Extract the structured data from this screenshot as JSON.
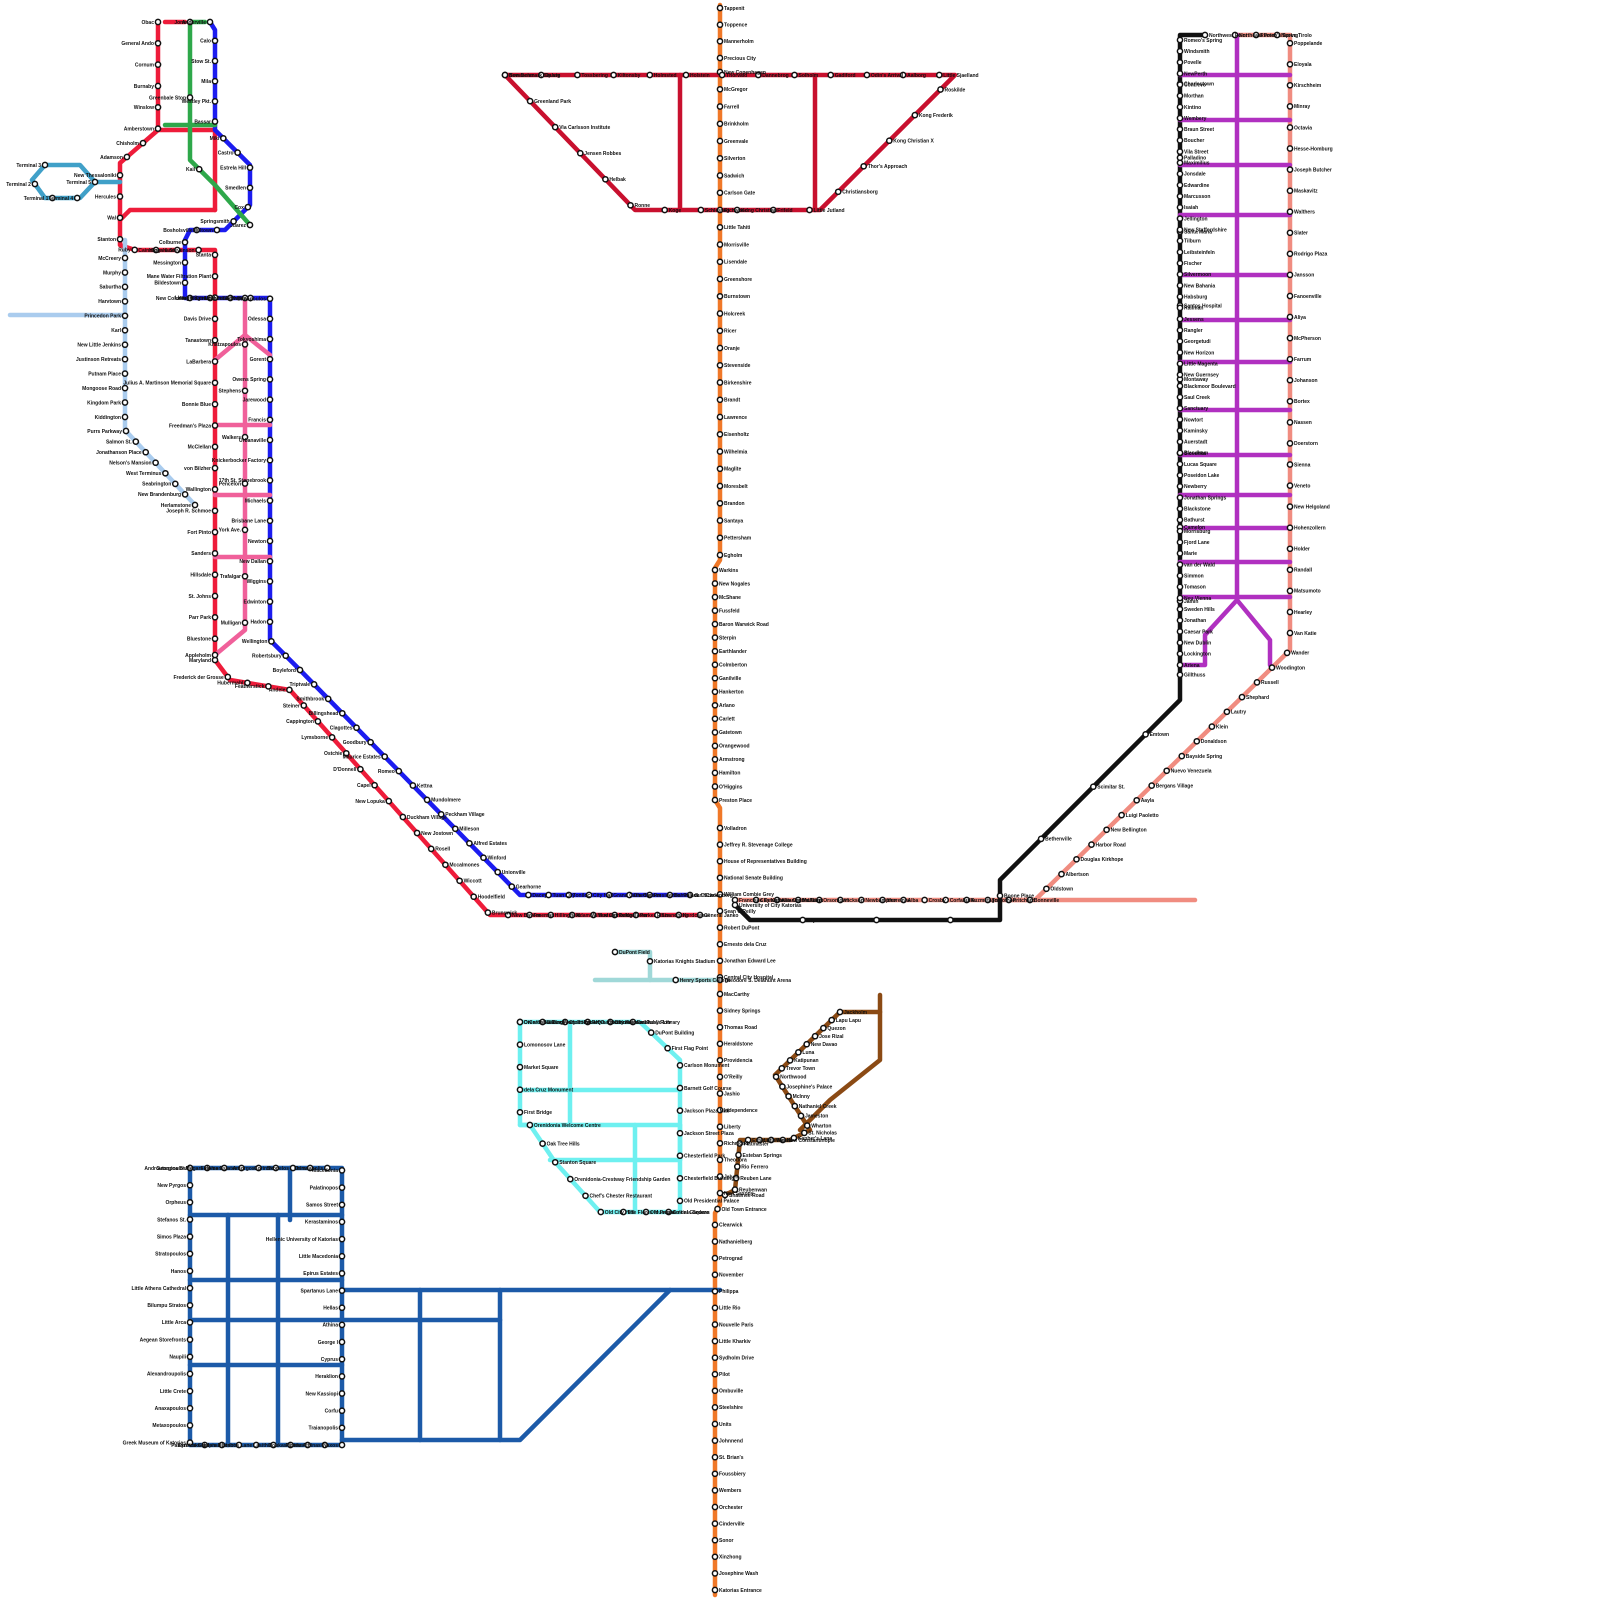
{
  "lines": [
    {
      "id": "orange",
      "color": "#f07828"
    },
    {
      "id": "crimson",
      "color": "#c8102e"
    },
    {
      "id": "red",
      "color": "#ee1c3a"
    },
    {
      "id": "blue",
      "color": "#1c1cf0"
    },
    {
      "id": "green",
      "color": "#2ea84a"
    },
    {
      "id": "pink",
      "color": "#f0609a"
    },
    {
      "id": "lightblue",
      "color": "#aaccee"
    },
    {
      "id": "teal",
      "color": "#40a0c8"
    },
    {
      "id": "salmon",
      "color": "#f08c80"
    },
    {
      "id": "black",
      "color": "#111111"
    },
    {
      "id": "purple",
      "color": "#b030c0"
    },
    {
      "id": "cyan",
      "color": "#6ef0f0"
    },
    {
      "id": "paleteal",
      "color": "#a0d8d8"
    },
    {
      "id": "brown",
      "color": "#8b4a14"
    },
    {
      "id": "navy",
      "color": "#1c5aa8"
    }
  ],
  "stations": {
    "orange_north": [
      "Tappenit",
      "Toppence",
      "Mannerholm",
      "Precious City"
    ],
    "orange_upper": [
      "New Copenhagen",
      "McGregor",
      "Farrell",
      "Brinkholm",
      "Greenvale",
      "Silverton",
      "Sadwich",
      "Carlson Gate",
      "Richwood",
      "Little Tahiti",
      "Morrisville",
      "Lisendale",
      "Greenshore",
      "Burnstown",
      "Holcreek",
      "Ricer",
      "Oranje",
      "Stevenside",
      "Birkenshire",
      "Brandt",
      "Lawrence",
      "Eisenholtz",
      "Wilhelmia",
      "Maglite",
      "Moresbelt",
      "Brandon",
      "Santaya",
      "Pettersham",
      "Egholm"
    ],
    "orange_mid": [
      "Warkins",
      "New Nogales",
      "McShane",
      "Fussfeld",
      "Baron Warwick Road",
      "Sterpin",
      "Earthlander",
      "Colmberton",
      "Ganilville",
      "Hankerton",
      "Arlano",
      "Carlett",
      "Gatetown",
      "Orangewood",
      "Armstrong",
      "Hamilton",
      "O'Higgins",
      "Preston Place"
    ],
    "orange_south": [
      "Volladron",
      "Jeffrey R. Stevenage College",
      "House of Representatives Building",
      "National Senate Building",
      "William Combie Grey",
      "Sean O'Reilly",
      "Robert DuPont",
      "Ernesto dela Cruz",
      "Jonathan Edward Lee",
      "Central City Hospital",
      "MacCarthy",
      "Sidney Springs",
      "Thomas Road",
      "Heraldstone",
      "Providencia",
      "O'Reilly",
      "Jashio",
      "Independence",
      "Liberty",
      "Richmond",
      "Theodora",
      "Jaheil",
      "New Saxony",
      "Old Town Entrance",
      "Clearwick",
      "Nathanielberg",
      "Petrograd",
      "November",
      "Philippa",
      "Little Rio",
      "Nouvelle Paris",
      "Little Kharkiv",
      "Sydholm Drive",
      "Pilot",
      "Ombuville",
      "Steelshire",
      "Units",
      "Johnnend",
      "St. Brian's",
      "Foussbiery",
      "Wembers",
      "Orchester",
      "Cinderville",
      "Sonor",
      "Xinzhong",
      "Josephine Wash",
      "Katorias Entrance"
    ],
    "crimson": [
      "Bommelan",
      "Dalvig",
      "Tossbering",
      "Kiltonsby",
      "Holmsted",
      "Holstein",
      "Thorvald",
      "Dannebrog",
      "Solholm",
      "Gadiford",
      "Odin's Arrival",
      "Aalborg",
      "Little Sjaelland",
      "Roskilde",
      "Kong Frederik",
      "Kong Christian X",
      "Thor's Approach",
      "Christiansborg",
      "Little Jutland",
      "Frifeld",
      "Kong Christian",
      "Schleswig",
      "Koge",
      "Ronne",
      "Helbak",
      "Jensen Robbes",
      "Via Carlsson Institute",
      "Greenland Park",
      "New Denmark Square"
    ],
    "red": [
      "Obac",
      "General Ando",
      "Cornum",
      "Burnaby",
      "Winslow",
      "Amberstown",
      "Chisholm",
      "Adamson",
      "New Thessaloniki",
      "Hercules",
      "Wal",
      "Stanton",
      "Ruby",
      "Caine",
      "Grenham",
      "Higgs & Stevenson",
      "Stanta",
      "Mane Water Filtration Plant",
      "Lincoln Square",
      "Davis Drive",
      "Tanastown",
      "LaBarbera",
      "Julius A. Martinson Memorial Square",
      "Bonnie Blue",
      "Freedman's Plaza",
      "McClellan",
      "von Bilzher",
      "Wallington",
      "Joseph R. Schmoe",
      "Fort Pinto",
      "Sanders",
      "Hillsdale",
      "St. Johns",
      "Parr Park",
      "Bluestone",
      "Maryland",
      "Frederick der Grosse",
      "Hubermahl",
      "Featherstick",
      "Andele",
      "Steiner",
      "Cappington",
      "Lymsborne",
      "Ostchie",
      "D'Donnell",
      "Capel",
      "New Lopuka",
      "Duckham Village",
      "New Jostown",
      "Rosell",
      "Mccalmones",
      "Wiccott",
      "Hoodelfield",
      "Brunswick",
      "New Bayern",
      "Freeman",
      "Hillingfield",
      "Adam W. Hudson",
      "New Cambridge",
      "Rufus Town",
      "Parker Plaza",
      "Strandberg",
      "Nordcassel",
      "General Janko"
    ],
    "blue": [
      "Anderville",
      "Calo",
      "Stow St.",
      "Mila",
      "Westley Pkt.",
      "Bassar",
      "Miki",
      "Castro",
      "Estrela Hill",
      "Smedlen",
      "Cox",
      "Springsmith",
      "Milltown",
      "Bosholsville",
      "Colburne",
      "Messington",
      "Bildestown",
      "New Colonia",
      "King Hugh I",
      "McMurtin",
      "Commander Edwards",
      "Dimapoulos",
      "Odessa",
      "Tokyoshima",
      "Gorent",
      "Owens Spring",
      "Jarewood",
      "Francis",
      "Urbanaville",
      "Knickerbocker Factory",
      "17th St. Stonebrook",
      "Michaels",
      "Brisbane Lane",
      "Newton",
      "New Dallan",
      "Wiggins",
      "Edwinton",
      "Hadon",
      "Wellington",
      "Robertsbury",
      "Boyleford",
      "Triptvale",
      "Smithbrook",
      "Billingshead",
      "Clagottes",
      "Goodbury",
      "Maurice Estates",
      "Romeo",
      "Kettna",
      "Mundolmere",
      "Peckham Village",
      "Milleson",
      "Alfred Estates",
      "Winford",
      "Unionville",
      "Gearhorne",
      "Dacey",
      "Tuan City",
      "Toniloc",
      "City Hall",
      "Grand Cathedral",
      "Ola Carlsen",
      "Presidential Palace",
      "Dominic S. DiCarlo",
      "van Schoenberg"
    ],
    "green": [
      "Jons",
      "Greenbale Stop",
      "Kail",
      "Juarez"
    ],
    "pink": [
      "Goldhill",
      "Khatzapoulos",
      "Stephens",
      "Walkers",
      "Pencelon",
      "York Ave.",
      "Trafalgar",
      "Mulligan",
      "Appleholm"
    ],
    "lightblue": [
      "McCreery",
      "Murphy",
      "Saburtha",
      "Harvtown",
      "Princedon Park",
      "Karl",
      "New Little Jenkins",
      "Justinson Retreats",
      "Putnam Place",
      "Mongoose Road",
      "Kingdom Park",
      "Kiddington",
      "Purrs Parkway",
      "Salmon St.",
      "Jonathanson Place",
      "Nelson's Mansion",
      "West Terminus",
      "Seabrington",
      "New Brandenburg",
      "Herlamstone"
    ],
    "teal": [
      "Terminal 3",
      "Terminal 2",
      "Terminal 1",
      "Terminal 4",
      "Terminal 5"
    ],
    "salmon": [
      "Northeast Point",
      "Romeo's Spring",
      "Nuovo Tirolo",
      "Poppelande",
      "Eloyala",
      "Kirschheim",
      "Minray",
      "Octavia",
      "Hesse-Homburg",
      "Joseph Butcher",
      "Maskavitz",
      "Walthers",
      "Slater",
      "Rodrigo Plaza",
      "Jansson",
      "Fanoenville",
      "Aliya",
      "McPherson",
      "Farrum",
      "Johanson",
      "Bortex",
      "Nassen",
      "Doerstorn",
      "Sienna",
      "Veneto",
      "New Helgoland",
      "Hohenzollern",
      "Holder",
      "Randall",
      "Matsumoto",
      "Hearley",
      "Van Katie",
      "Wander",
      "Woodington",
      "Russell",
      "Shephard",
      "Lautry",
      "Klein",
      "Donaldson",
      "Bayside Spring",
      "Nuevo Venezuela",
      "Bergans Village",
      "Aayla",
      "Luigi Paoletto",
      "New Bellington",
      "Harbor Road",
      "Douglas Kirkhope",
      "Albertson",
      "Oldstown",
      "Bonneville",
      "Pritchard",
      "Tomothon",
      "Kuzmetagral",
      "Corfahuille",
      "Crosby",
      "Alba",
      "Ithoreinne",
      "Newbampton",
      "Hickson",
      "Orsonlown",
      "McAdam",
      "Alliance Station",
      "City Katorias Central Bank",
      "Francisco Estuario"
    ],
    "black": [
      "Northwest Point",
      "Charlestown",
      "Palladino",
      "Santa Maria",
      "Santos Hospital",
      "Montaway",
      "Slovenka",
      "Camelon",
      "Jamin",
      "Gillthuss",
      "Emtown",
      "Scimitar St.",
      "Bethenville",
      "Boone Place",
      "Bennerstown",
      "Newelt Drive",
      "Skyrunner",
      "University of City Katorias"
    ],
    "purple": [
      "Romeo's Spring",
      "Windsmith",
      "Povelle",
      "NewPerth",
      "Contrevo",
      "Morthan",
      "Kintino",
      "Wembery",
      "Braun Street",
      "Boucher",
      "Vila Street",
      "Maximilius",
      "Jonsdale",
      "Edwardine",
      "Marcusson",
      "Isaiah",
      "Jellington",
      "New Staffordshire",
      "Tilburn",
      "Leibsteinfeln",
      "Fischer",
      "Silvermoon",
      "New Bahania",
      "Habsburg",
      "Railman",
      "Jessens",
      "Rangler",
      "Georgetudi",
      "New Horizon",
      "Little Magenta",
      "New Guernsey",
      "Blackmoor Boulevard",
      "Saul Creek",
      "Sanctuary",
      "Nowtort",
      "Kaminsky",
      "Auerstadt",
      "Blandham",
      "Lucas Square",
      "Poseidon Lake",
      "Newberry",
      "Jonathan Springs",
      "Blackstone",
      "Bathurst",
      "Morrisburg",
      "Fjord Lane",
      "Marie",
      "van der Wald",
      "Simmon",
      "Tomason",
      "Neu Vienna",
      "Sweden Hills",
      "Jonathan",
      "Caesar Park",
      "New Dublin",
      "Lockington",
      "Ariena"
    ],
    "cyan": [
      "Orenidonia Discovery Point",
      "Calam Productions HQ",
      "Omar Racart O. Cristian Memorial",
      "Pemberton Hotel",
      "City Katorias Public Library",
      "Embassy Row",
      "DuPont Building",
      "First Flag Point",
      "Carlson Monument",
      "Barnett Golf Course",
      "Jackson Plaza Mall",
      "Jackson Street Plaza",
      "Chesterfield Park",
      "Chesterfield Building",
      "Old Presidential Palace",
      "Colonia Square",
      "Old Presidential Gardens",
      "The Flores Museum",
      "Old City Hall",
      "Chef's Chester Restaurant",
      "Orenidonia-Crestway Friendship Garden",
      "Stanton Square",
      "Oak Tree Hills",
      "Orenidonia Welcome Centre",
      "First Bridge",
      "dela Cruz Monument",
      "Market Square",
      "Lomonosov Lane",
      "DiCarlo Building"
    ],
    "paleteal": [
      "DuPont Field",
      "Katorias Knights Stadium",
      "Henry Sports College",
      "Theodore S. Delahunt Arena"
    ],
    "brown": [
      "Jackholm",
      "Lapu Lapu",
      "Quezon",
      "Jose Rizal",
      "New Davao",
      "Luna",
      "Katipunan",
      "Trevor Town",
      "Northwood",
      "Josephine's Palace",
      "McInny",
      "Nathaniel Creek",
      "Jameston",
      "Wharton",
      "St. Nicholas",
      "Kapher's Lane",
      "New Constantinople",
      "Marcos",
      "Little Manila",
      "Estacio",
      "Flatmaster",
      "Esteban Springs",
      "Rio Ferrero",
      "Reuben Lane",
      "Reubenwan",
      "Shawnee Road"
    ],
    "navy": [
      "Georgina St.",
      "Megara",
      "Homer",
      "Fair-les Estates",
      "Amorgos",
      "Corinth",
      "Skopelos",
      "Thira",
      "Orimnapolis",
      "Macedonia",
      "Palatinopos",
      "Samos Street",
      "Kerastaminos",
      "Hellenic University of Katorias",
      "Little Macedonia",
      "Epirus Estates",
      "Spartanus Lane",
      "Hellas",
      "Athina",
      "George I",
      "Cyprus",
      "Heraklion",
      "New Kassiopi",
      "Corfu",
      "Traianopolis",
      "Naxos",
      "Little Athinas",
      "Piraeus",
      "Doukas",
      "Lasithi",
      "Lesbos Lane",
      "Halpis District",
      "Eyrinos Gardens",
      "Pantus Lake",
      "Greek Museum of Katorias",
      "Metaxopoulos",
      "Anaxapoulos",
      "Little Crete",
      "Alexandroupolis",
      "Naupili",
      "Aegean Storefronts",
      "Little Arca",
      "Bilumpu Stratos",
      "Little Athens Cathedral",
      "Hanos",
      "Stratopoulos",
      "Simos Plaza",
      "Stefanos St.",
      "Orpheus",
      "New Pyrgos",
      "Androutsopoulos"
    ]
  }
}
